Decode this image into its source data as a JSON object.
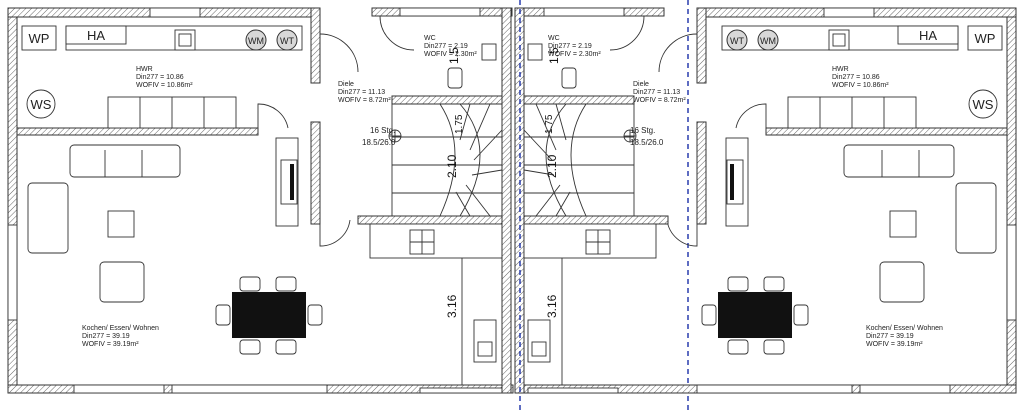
{
  "left_unit": {
    "wp": "WP",
    "ha": "HA",
    "wm": "WM",
    "wt": "WT",
    "ws": "WS",
    "hwr": {
      "name": "HWR",
      "din": "Din277 = 10.86",
      "wofiv": "WOFIV = 10.86m²"
    },
    "wc": {
      "name": "WC",
      "din": "Din277 = 2.19",
      "wofiv": "WOFIV = 2.30m²"
    },
    "diele": {
      "name": "Diele",
      "din": "Din277 = 11.13",
      "wofiv": "WOFIV = 8.72m²"
    },
    "kitchen": {
      "name": "Kochen/ Essen/ Wohnen",
      "din": "Din277 = 39.19",
      "wofiv": "WOFIV = 39.19m²"
    },
    "stairs": {
      "steps": "16 Stg.",
      "ratio": "18.5/26.0"
    },
    "dims": {
      "d_150": "1.5",
      "d_175": "1.75",
      "d_210": "2.10",
      "d_316": "3.16"
    }
  },
  "right_unit": {
    "wp": "WP",
    "ha": "HA",
    "wm": "WM",
    "wt": "WT",
    "ws": "WS",
    "hwr": {
      "name": "HWR",
      "din": "Din277 = 10.86",
      "wofiv": "WOFIV = 10.86m²"
    },
    "wc": {
      "name": "WC",
      "din": "Din277 = 2.19",
      "wofiv": "WOFIV = 2.30m²"
    },
    "diele": {
      "name": "Diele",
      "din": "Din277 = 11.13",
      "wofiv": "WOFIV = 8.72m²"
    },
    "kitchen": {
      "name": "Kochen/ Essen/ Wohnen",
      "din": "Din277 = 39.19",
      "wofiv": "WOFIV = 39.19m²"
    },
    "stairs": {
      "steps": "16 Stg.",
      "ratio": "18.5/26.0"
    },
    "dims": {
      "d_150": "1.5",
      "d_175": "1.75",
      "d_210": "2.10",
      "d_316": "3.16"
    }
  },
  "colors": {
    "wall": "#333333",
    "hatch": "#555555",
    "axis_line": "#1a2fa8",
    "background": "#ffffff"
  }
}
